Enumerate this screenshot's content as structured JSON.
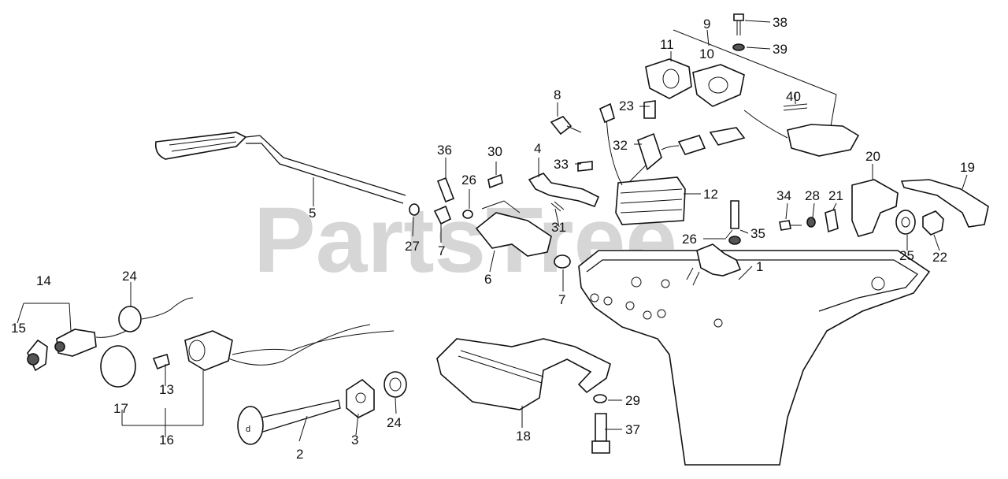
{
  "watermark": "PartsTree",
  "callouts": [
    "1",
    "2",
    "3",
    "4",
    "5",
    "6",
    "7",
    "7",
    "8",
    "9",
    "10",
    "11",
    "12",
    "13",
    "14",
    "15",
    "16",
    "17",
    "18",
    "19",
    "20",
    "21",
    "22",
    "23",
    "24",
    "24",
    "25",
    "26",
    "26",
    "27",
    "28",
    "29",
    "30",
    "31",
    "32",
    "33",
    "34",
    "35",
    "36",
    "37",
    "38",
    "39",
    "40"
  ]
}
